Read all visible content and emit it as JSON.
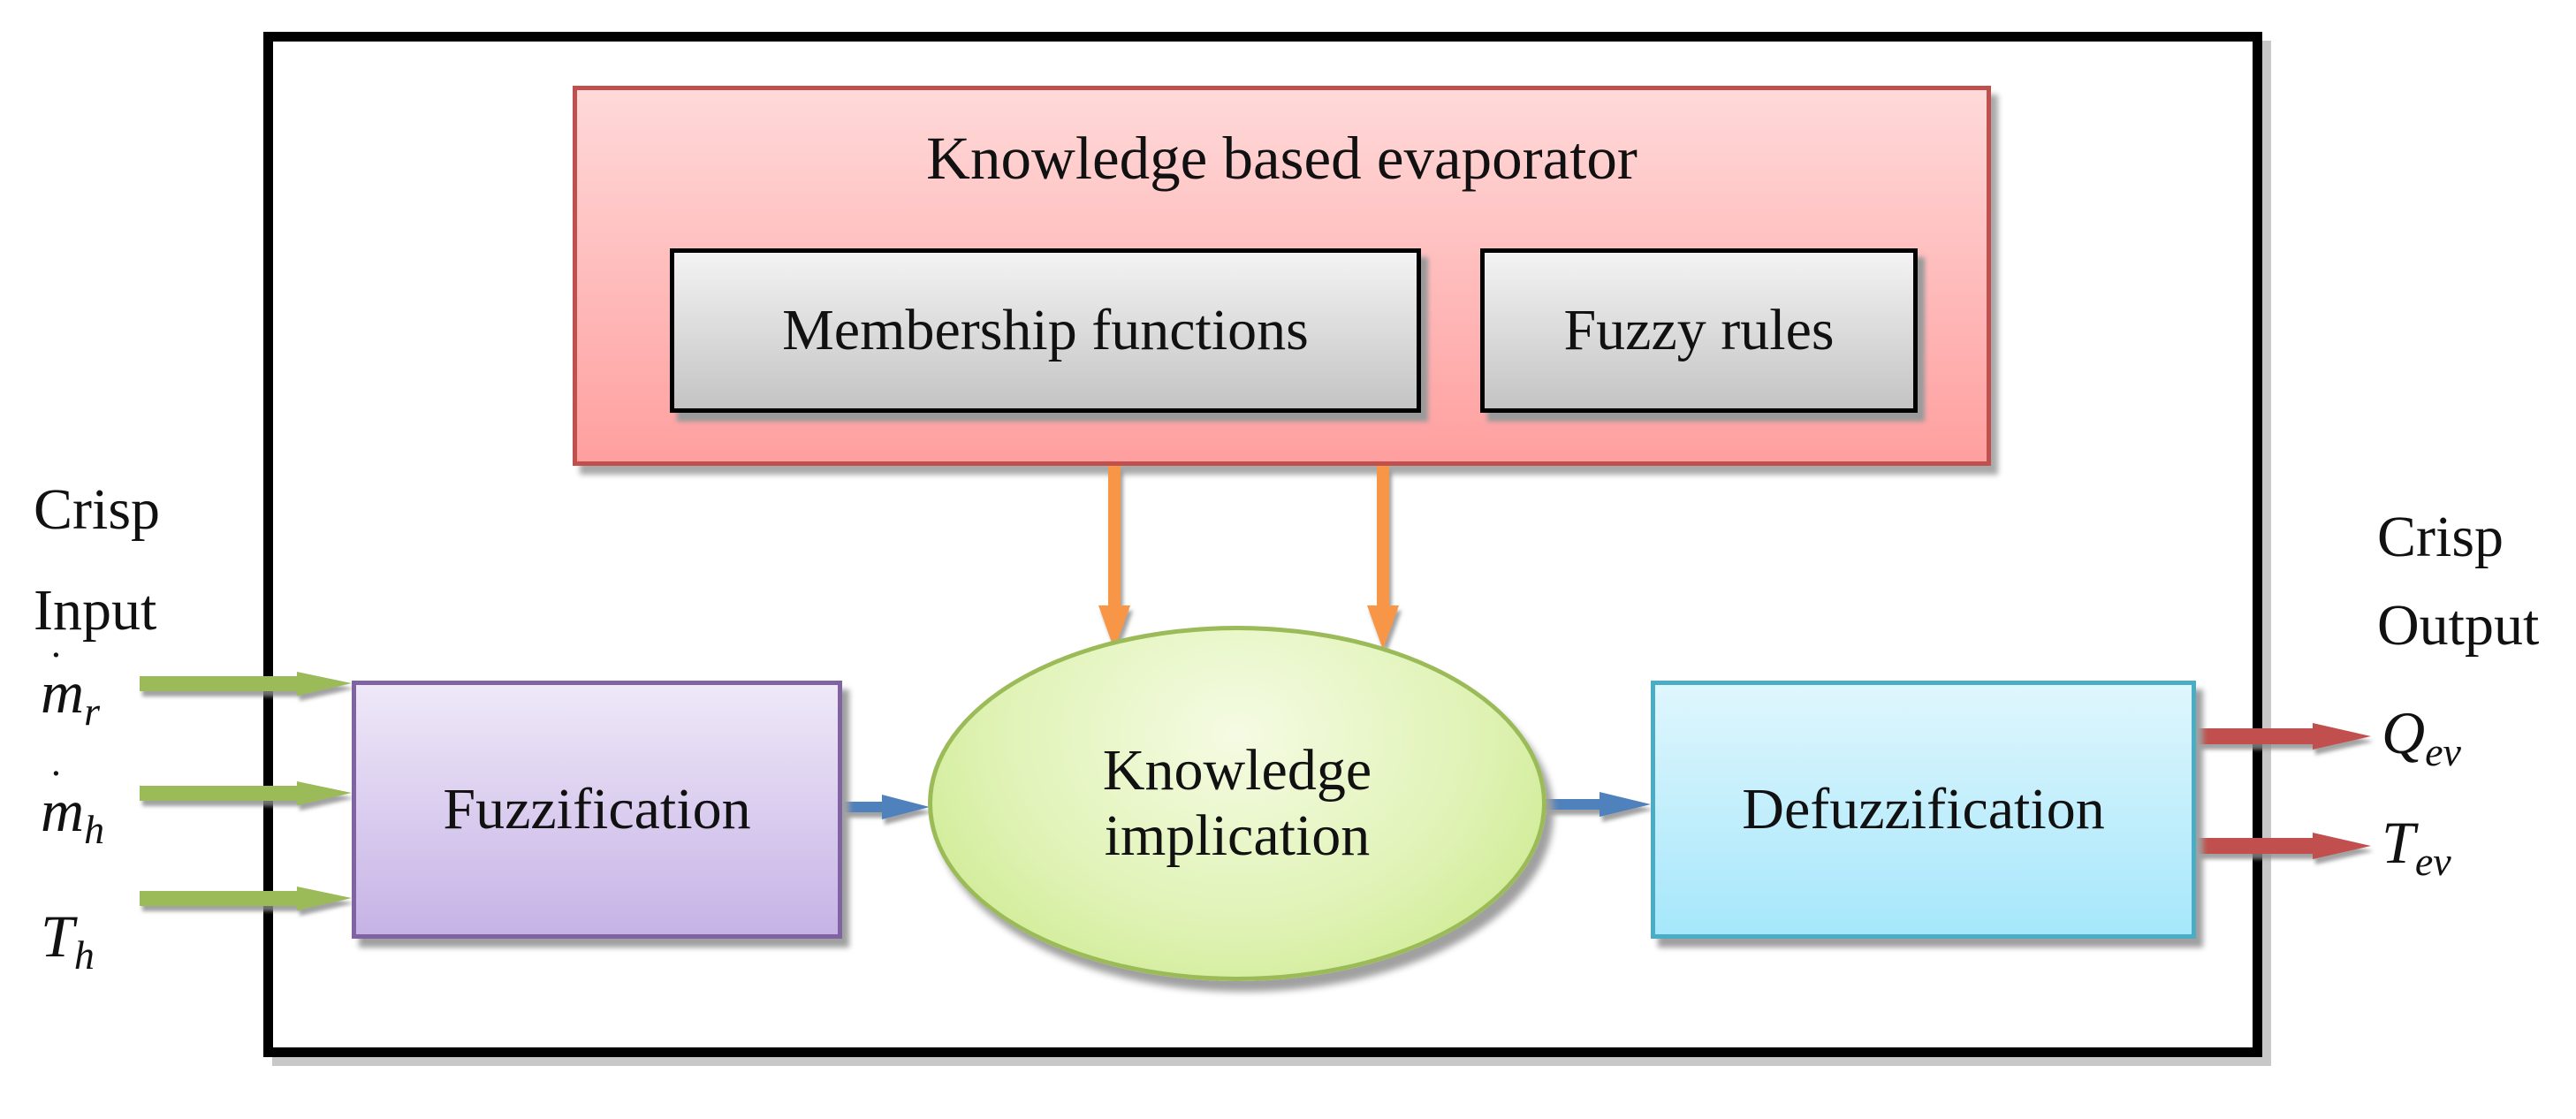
{
  "diagram": {
    "evaporator_title": "Knowledge based evaporator",
    "membership_functions": "Membership functions",
    "fuzzy_rules": "Fuzzy rules",
    "fuzzification": "Fuzzification",
    "knowledge_implication_line1": "Knowledge",
    "knowledge_implication_line2": "implication",
    "defuzzification": "Defuzzification",
    "input_label_line1": "Crisp",
    "input_label_line2": "Input",
    "output_label_line1": "Crisp",
    "output_label_line2": "Output",
    "inputs": [
      {
        "symbol": "m",
        "sub": "r"
      },
      {
        "symbol": "m",
        "sub": "h"
      },
      {
        "symbol": "T",
        "sub": "h"
      }
    ],
    "outputs": [
      {
        "symbol": "Q",
        "sub": "ev"
      },
      {
        "symbol": "T",
        "sub": "ev"
      }
    ],
    "colors": {
      "input_arrow": "#9bbb59",
      "output_arrow": "#c0504d",
      "flow_arrow": "#4f81bd",
      "knowledge_arrow": "#f79646"
    }
  }
}
